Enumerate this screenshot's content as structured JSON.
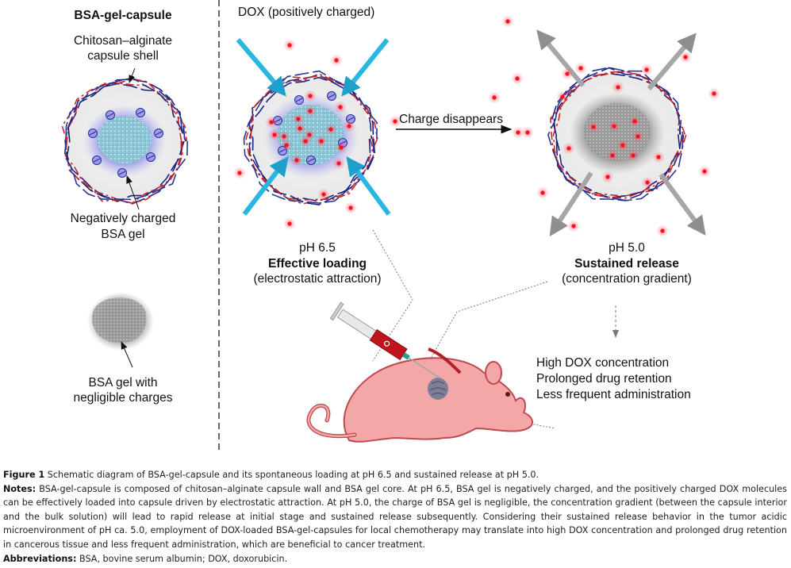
{
  "left_panel": {
    "title": "BSA-gel-capsule",
    "shell_label_line1": "Chitosan–alginate",
    "shell_label_line2": "capsule shell",
    "gel_label_line1": "Negatively charged",
    "gel_label_line2": "BSA gel",
    "neutral_gel_label_line1": "BSA gel with",
    "neutral_gel_label_line2": "negligible charges"
  },
  "loading_panel": {
    "dox_label": "DOX (positively charged)",
    "ph": "pH 6.5",
    "title": "Effective loading",
    "mechanism": "(electrostatic attraction)"
  },
  "transition": {
    "label": "Charge disappears"
  },
  "release_panel": {
    "ph": "pH 5.0",
    "title": "Sustained release",
    "mechanism": "(concentration gradient)"
  },
  "outcomes": [
    "High DOX concentration",
    "Prolonged drug retention",
    "Less frequent administration"
  ],
  "caption": {
    "figure_label": "Figure 1",
    "figure_text": "Schematic diagram of BSA-gel-capsule and its spontaneous loading at pH 6.5 and sustained release at pH 5.0.",
    "notes_label": "Notes:",
    "notes_text": "BSA-gel-capsule is composed of chitosan–alginate capsule wall and BSA gel core. At pH 6.5, BSA gel is negatively charged, and the positively charged DOX molecules can be effectively loaded into capsule driven by electrostatic attraction. At pH 5.0, the charge of BSA gel is negligible, the concentration gradient (between the capsule interior and the bulk solution) will lead to rapid release at initial stage and sustained release subsequently. Considering their sustained release behavior in the tumor acidic microenvironment of pH ca. 5.0, employment of DOX-loaded BSA-gel-capsules for local chemotherapy may translate into high DOX concentration and prolonged drug retention in cancerous tissue and less frequent administration, which are beneficial to cancer treatment.",
    "abbreviations_label": "Abbreviations:",
    "abbreviations_text": "BSA, bovine serum albumin; DOX, doxorubicin."
  },
  "colors": {
    "dox_red": "#ff1020",
    "shell_blue": "#1a237e",
    "shell_red": "#c62828",
    "gel_purple": "#8c8ce8",
    "gel_core": "#9fd3e0",
    "loading_arrow": "#29b6e0",
    "release_arrow": "#a6a6a6",
    "mouse_pink": "#f4a7a7",
    "syringe_red": "#c0141c"
  }
}
